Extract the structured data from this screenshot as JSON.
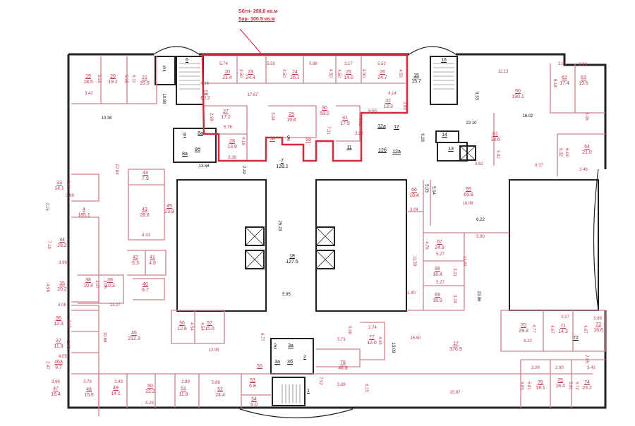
{
  "annotation": {
    "line1": "Sбтн- 268,6 кв.м",
    "line2": "Sар- 300.9 кв.м"
  },
  "colors": {
    "wall": "#222222",
    "partition": "#d0808a",
    "highlight": "#d4283c",
    "text": "#c0394b"
  },
  "rooms": [
    {
      "n": "10",
      "a": "21.4"
    },
    {
      "n": "23",
      "a": "24.4"
    },
    {
      "n": "24",
      "a": "26.1"
    },
    {
      "n": "25",
      "a": "14.0"
    },
    {
      "n": "26",
      "a": "24.7"
    },
    {
      "n": "15",
      "a": "15.7"
    },
    {
      "n": "16",
      "a": ""
    },
    {
      "n": "19",
      "a": "18.5"
    },
    {
      "n": "20",
      "a": "19.2"
    },
    {
      "n": "21",
      "a": "20.9"
    },
    {
      "n": "5",
      "a": ""
    },
    {
      "n": "6",
      "a": ""
    },
    {
      "n": "22",
      "a": "60.2"
    },
    {
      "n": "27",
      "a": "17.2"
    },
    {
      "n": "28",
      "a": "13.9"
    },
    {
      "n": "29",
      "a": "19.8"
    },
    {
      "n": "30",
      "a": "59.0"
    },
    {
      "n": "31",
      "a": "17.9"
    },
    {
      "n": "32",
      "a": "13.3"
    },
    {
      "n": "58",
      "a": ""
    },
    {
      "n": "9",
      "a": ""
    },
    {
      "n": "59",
      "a": ""
    },
    {
      "n": "11",
      "a": ""
    },
    {
      "n": "12a",
      "a": ""
    },
    {
      "n": "12",
      "a": ""
    },
    {
      "n": "12б",
      "a": ""
    },
    {
      "n": "12a",
      "a": ""
    },
    {
      "n": "8",
      "a": ""
    },
    {
      "n": "8a",
      "a": ""
    },
    {
      "n": "8a",
      "a": ""
    },
    {
      "n": "8б",
      "a": ""
    },
    {
      "n": "7",
      "a": "128.1"
    },
    {
      "n": "14",
      "a": ""
    },
    {
      "n": "13",
      "a": ""
    },
    {
      "n": "60",
      "a": "190.1"
    },
    {
      "n": "62",
      "a": "17.4"
    },
    {
      "n": "63",
      "a": "19.5"
    },
    {
      "n": "61",
      "a": "18.6"
    },
    {
      "n": "64",
      "a": "21.0"
    },
    {
      "n": "33",
      "a": "14.1"
    },
    {
      "n": "44",
      "a": "7.9"
    },
    {
      "n": "4",
      "a": "185.1"
    },
    {
      "n": "43",
      "a": "28.8"
    },
    {
      "n": "45",
      "a": "23.9"
    },
    {
      "n": "34",
      "a": "28.2"
    },
    {
      "n": "42",
      "a": "5.3"
    },
    {
      "n": "41",
      "a": "4.6"
    },
    {
      "n": "38",
      "a": "10.4"
    },
    {
      "n": "39",
      "a": "10.3"
    },
    {
      "n": "40",
      "a": "6.7"
    },
    {
      "n": "35",
      "a": "20.2"
    },
    {
      "n": "36",
      "a": "12.3"
    },
    {
      "n": "37",
      "a": "11.9"
    },
    {
      "n": "46a",
      "a": "9.7"
    },
    {
      "n": "46",
      "a": "212.3"
    },
    {
      "n": "56",
      "a": "12.8"
    },
    {
      "n": "57",
      "a": "15.0"
    },
    {
      "n": "47",
      "a": "16.4"
    },
    {
      "n": "48",
      "a": "15.6"
    },
    {
      "n": "49",
      "a": "14.1"
    },
    {
      "n": "50",
      "a": "22.2"
    },
    {
      "n": "51",
      "a": "11.8"
    },
    {
      "n": "52",
      "a": "24.4"
    },
    {
      "n": "53",
      "a": "6.8"
    },
    {
      "n": "54",
      "a": "6.0"
    },
    {
      "n": "55",
      "a": ""
    },
    {
      "n": "3",
      "a": ""
    },
    {
      "n": "3a",
      "a": ""
    },
    {
      "n": "3a",
      "a": ""
    },
    {
      "n": "3б",
      "a": ""
    },
    {
      "n": "2",
      "a": ""
    },
    {
      "n": "1",
      "a": ""
    },
    {
      "n": "18",
      "a": "127.5"
    },
    {
      "n": "66",
      "a": "18.4"
    },
    {
      "n": "65",
      "a": "65.8"
    },
    {
      "n": "67",
      "a": "24.9"
    },
    {
      "n": "68",
      "a": "16.4"
    },
    {
      "n": "69",
      "a": "16.9"
    },
    {
      "n": "17",
      "a": "376.9"
    },
    {
      "n": "77",
      "a": "12.0"
    },
    {
      "n": "78",
      "a": "46.8"
    },
    {
      "n": "70",
      "a": "29.3"
    },
    {
      "n": "71",
      "a": "14.3"
    },
    {
      "n": "72",
      "a": ""
    },
    {
      "n": "73",
      "a": "16.6"
    },
    {
      "n": "76",
      "a": "18.1"
    },
    {
      "n": "75",
      "a": "18.4"
    },
    {
      "n": "74",
      "a": "23.2"
    }
  ],
  "dimensions": [
    "5.74",
    "4.50",
    "5.50",
    "4.50",
    "5.88",
    "4.50",
    "3.17",
    "4.50",
    "4.50",
    "5.52",
    "4.50",
    "4.26",
    "17.67",
    "4.14",
    "2.80",
    "5.55",
    "2.98",
    "5.76",
    "3.04",
    "7.21",
    "5.01",
    "3.62",
    "4.16",
    "3.39",
    "13.58",
    "2.42",
    "3.42",
    "5.55",
    "5.55",
    "6.11",
    "10.36",
    "10.86",
    "22.04",
    "3.99",
    "3.60",
    "2.16",
    "7.18",
    "3.99",
    "4.33",
    "3.07",
    "3.06",
    "4.98",
    "4.05",
    "13.27",
    "3.10",
    "2.93",
    "4.05",
    "2.47",
    "10.68",
    "12.05",
    "6.77",
    "4.54",
    "4.54",
    "3.96",
    "3.79",
    "3.43",
    "2.88",
    "5.88",
    "5.29",
    "25.23",
    "5.95",
    "5.03",
    "5.04",
    "3.04",
    "10.06",
    "6.22",
    "5.90",
    "4.76",
    "11.59",
    "11.40",
    "5.27",
    "3.21",
    "5.27",
    "1.90",
    "3.24",
    "23.86",
    "12.13",
    "2.81",
    "2.93",
    "9.33",
    "16.02",
    "6.18",
    "3.06",
    "22.10",
    "9.28",
    "3.62",
    "5.92",
    "8.37",
    "6.32",
    "6.18",
    "3.46",
    "5.06",
    "5.71",
    "2.74",
    "4.34",
    "15.50",
    "13.09",
    "7.92",
    "5.88",
    "6.15",
    "20.87",
    "4.77",
    "3.27",
    "4.67",
    "3.88",
    "4.67",
    "6.20",
    "2.05",
    "3.09",
    "2.90",
    "3.42",
    "5.85",
    "5.81",
    "5.81",
    "5.72"
  ]
}
